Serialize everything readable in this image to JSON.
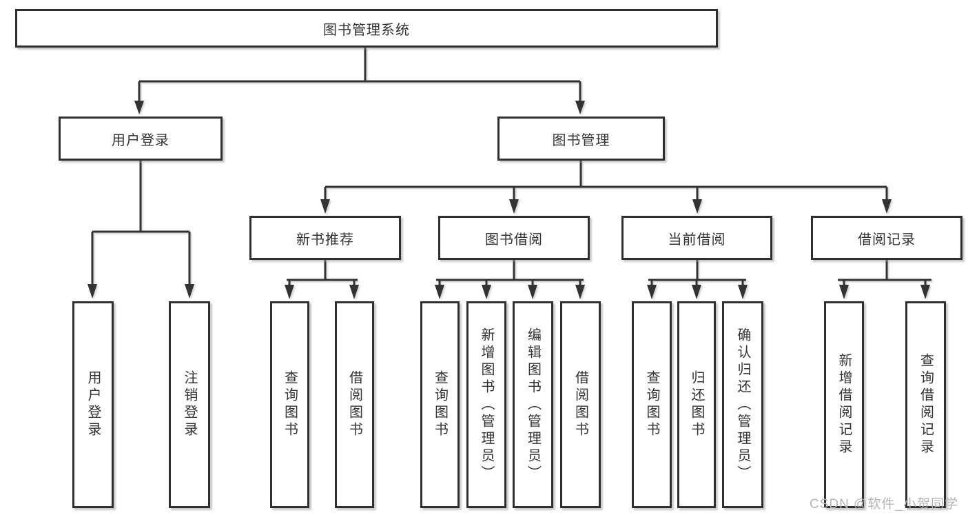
{
  "palette": {
    "line_color": "#333333",
    "box_border_color": "#2f2f2f",
    "box_background": "#ffffff",
    "text_color": "#333333",
    "watermark_color": "#b5b5b5"
  },
  "diagram": {
    "title": "图书管理系统",
    "root": {
      "label": "图书管理系统"
    },
    "level2": [
      {
        "label": "用户登录"
      },
      {
        "label": "图书管理"
      }
    ],
    "level3": [
      {
        "label": "新书推荐",
        "parent": "图书管理"
      },
      {
        "label": "图书借阅",
        "parent": "图书管理"
      },
      {
        "label": "当前借阅",
        "parent": "图书管理"
      },
      {
        "label": "借阅记录",
        "parent": "图书管理"
      }
    ],
    "leaves": [
      {
        "label": "用户登录",
        "parent": "用户登录"
      },
      {
        "label": "注销登录",
        "parent": "用户登录"
      },
      {
        "label": "查询图书",
        "parent": "新书推荐"
      },
      {
        "label": "借阅图书",
        "parent": "新书推荐"
      },
      {
        "label": "查询图书",
        "parent": "图书借阅"
      },
      {
        "label": "新增图书（管理员）",
        "parent": "图书借阅"
      },
      {
        "label": "编辑图书（管理员）",
        "parent": "图书借阅"
      },
      {
        "label": "借阅图书",
        "parent": "图书借阅"
      },
      {
        "label": "查询图书",
        "parent": "当前借阅"
      },
      {
        "label": "归还图书",
        "parent": "当前借阅"
      },
      {
        "label": "确认归还（管理员）",
        "parent": "当前借阅"
      },
      {
        "label": "新增借阅记录",
        "parent": "借阅记录"
      },
      {
        "label": "查询借阅记录",
        "parent": "借阅记录"
      }
    ]
  },
  "watermark": {
    "text": "CSDN @软件_小贺同学"
  }
}
